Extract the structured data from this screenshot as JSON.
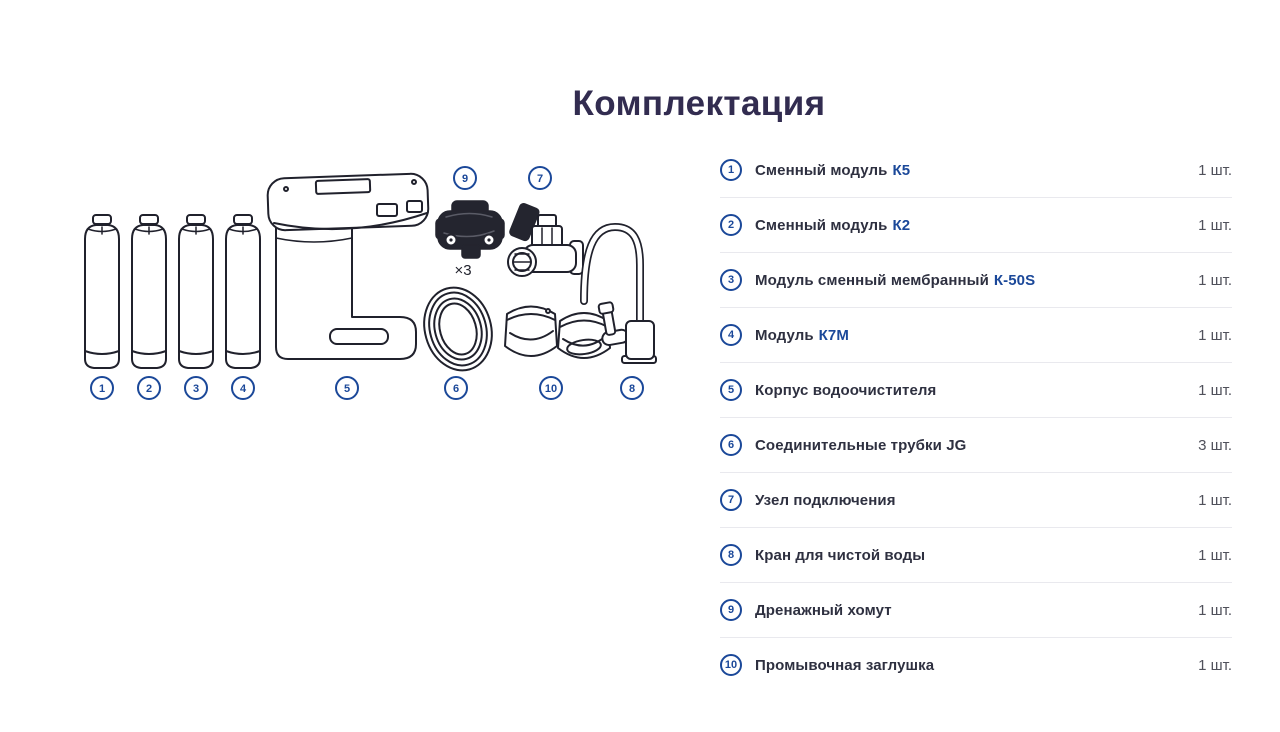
{
  "page": {
    "title": "Комплектация"
  },
  "diagram": {
    "multiplier_label": "×3",
    "callouts": [
      "1",
      "2",
      "3",
      "4",
      "5",
      "6",
      "10",
      "8",
      "9",
      "7"
    ]
  },
  "list": {
    "items": [
      {
        "number": "1",
        "name": "Сменный модуль",
        "code": "К5",
        "qty": "1 шт."
      },
      {
        "number": "2",
        "name": "Сменный модуль",
        "code": "К2",
        "qty": "1 шт."
      },
      {
        "number": "3",
        "name": "Модуль сменный мембранный",
        "code": "К-50S",
        "qty": "1 шт."
      },
      {
        "number": "4",
        "name": "Модуль",
        "code": "К7М",
        "qty": "1 шт."
      },
      {
        "number": "5",
        "name": "Корпус водоочистителя",
        "code": "",
        "qty": "1 шт."
      },
      {
        "number": "6",
        "name": "Соединительные трубки JG",
        "code": "",
        "qty": "3 шт."
      },
      {
        "number": "7",
        "name": "Узел подключения",
        "code": "",
        "qty": "1 шт."
      },
      {
        "number": "8",
        "name": "Кран для чистой воды",
        "code": "",
        "qty": "1 шт."
      },
      {
        "number": "9",
        "name": "Дренажный хомут",
        "code": "",
        "qty": "1 шт."
      },
      {
        "number": "10",
        "name": "Промывочная заглушка",
        "code": "",
        "qty": "1 шт."
      }
    ]
  }
}
